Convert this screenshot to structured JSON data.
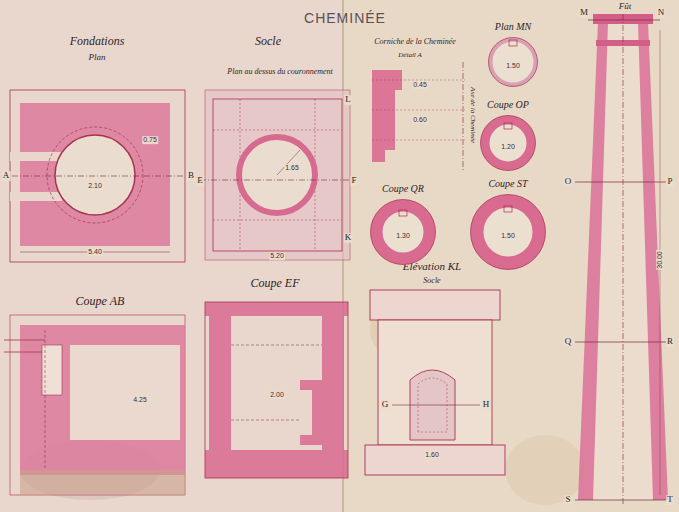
{
  "diagram": {
    "title": "CHEMINÉE",
    "nodes": [
      {
        "text": [
          "Plan MN",
          "1.50"
        ]
      },
      {
        "text": [
          "Coupe OP",
          "1.20"
        ]
      },
      {
        "text": [
          "Coupe QR",
          "1.30"
        ]
      },
      {
        "text": [
          "Coupe ST",
          "1.50"
        ]
      }
    ],
    "labels": [
      "Fondations",
      "Plan",
      "Socle",
      "Plan au dessus du couronnement",
      "Corniche de la Cheminée",
      "Détail A",
      "Axe de la Cheminée",
      "Coupe AB",
      "Coupe EF",
      "Élévation KL",
      "Socle",
      "Fût",
      "A",
      "B",
      "E",
      "F",
      "K",
      "L",
      "G",
      "H",
      "M",
      "N",
      "O",
      "P",
      "Q",
      "R",
      "S",
      "T",
      "5.40",
      "2.10",
      "0.75",
      "5.20",
      "1.65",
      "0.45",
      "0.60",
      "4.25",
      "2.00",
      "1.60",
      "30.00"
    ]
  }
}
